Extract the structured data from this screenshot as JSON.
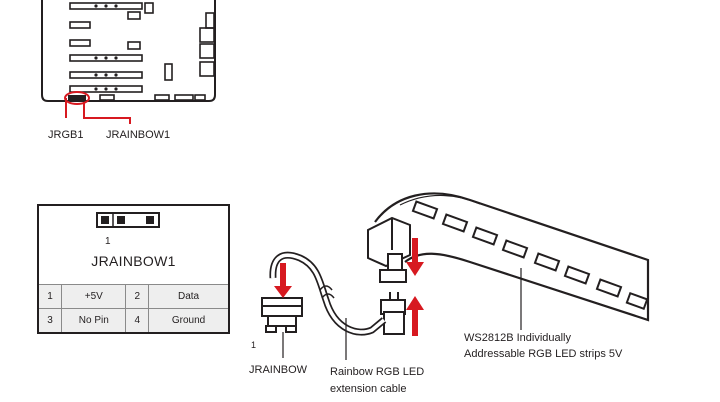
{
  "board_labels": {
    "jrgb": "JRGB1",
    "jrainbow": "JRAINBOW1"
  },
  "pinout": {
    "pin1_marker": "1",
    "title": "JRAINBOW1",
    "rows": [
      {
        "pin_a": "1",
        "signal_a": "+5V",
        "pin_b": "2",
        "signal_b": "Data"
      },
      {
        "pin_a": "3",
        "signal_a": "No Pin",
        "pin_b": "4",
        "signal_b": "Ground"
      }
    ]
  },
  "connection": {
    "pin1_marker": "1",
    "connector_label": "JRAINBOW",
    "cable_label_line1": "Rainbow RGB LED",
    "cable_label_line2": "extension cable",
    "strip_label_line1": "WS2812B Individually",
    "strip_label_line2": "Addressable RGB LED strips 5V"
  },
  "colors": {
    "accent_red": "#d71920",
    "ink": "#231f20",
    "cell_fill": "#eeeeee"
  }
}
